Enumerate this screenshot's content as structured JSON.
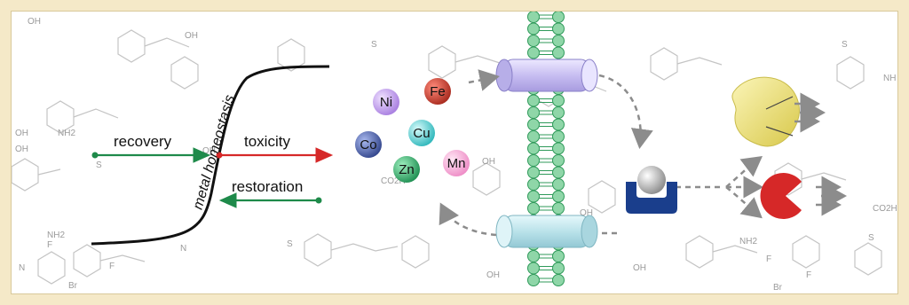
{
  "diagram": {
    "labels": {
      "recovery": "recovery",
      "toxicity": "toxicity",
      "restoration": "restoration",
      "homeostasis": "metal homeostasis"
    },
    "ions": [
      {
        "symbol": "Ni",
        "color": "#b88ee6"
      },
      {
        "symbol": "Fe",
        "color": "#c0392b"
      },
      {
        "symbol": "Cu",
        "color": "#3ec6c8"
      },
      {
        "symbol": "Co",
        "color": "#4a5fa8"
      },
      {
        "symbol": "Zn",
        "color": "#2eaa66"
      },
      {
        "symbol": "Mn",
        "color": "#f2a0cf"
      }
    ],
    "background_atoms": [
      "OH",
      "OH",
      "OH",
      "OH",
      "NH2",
      "NH2",
      "OH",
      "OH",
      "OH",
      "CO2H",
      "F",
      "F",
      "Br",
      "S",
      "N",
      "OH",
      "NH2",
      "F",
      "F",
      "Br",
      "S",
      "OH",
      "CO2H",
      "NH",
      "S",
      "S",
      "N",
      "S"
    ],
    "colors": {
      "green": "#1e8a4a",
      "red": "#d62828",
      "membrane": "#8fd6a8",
      "membrane_stroke": "#2f9a5a",
      "channel_top": "#c8bff0",
      "channel_bottom": "#b9e3ea",
      "enzyme_yellow": "#e8dc70",
      "enzyme_red": "#d62828",
      "receptor_blue": "#1a3e8c"
    }
  }
}
